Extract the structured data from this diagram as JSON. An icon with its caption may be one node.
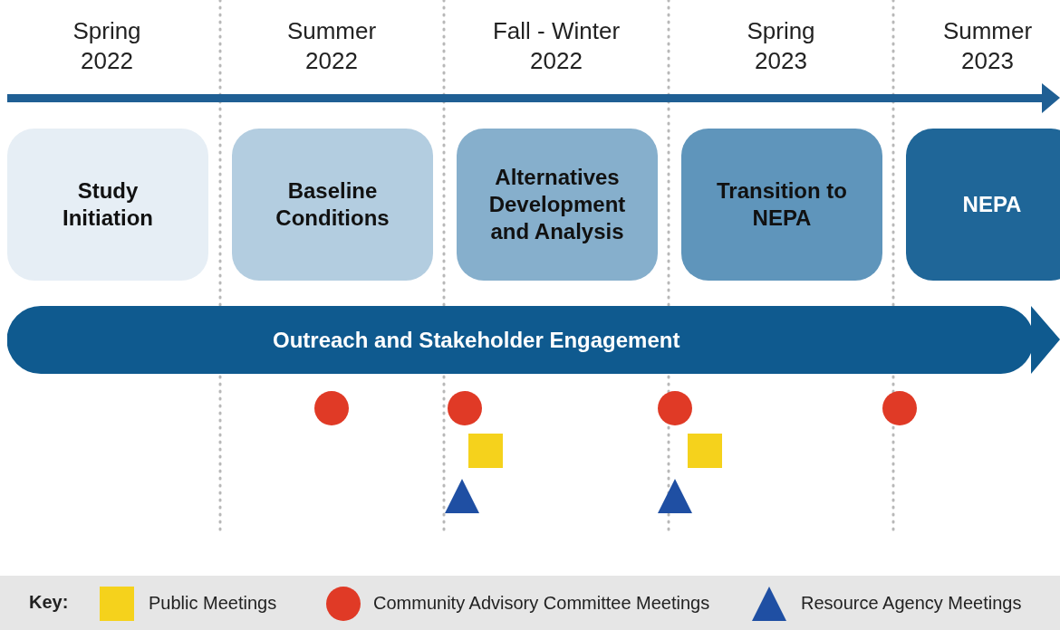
{
  "diagram": {
    "nodes": [
      {
        "text": [
          "Study Initiation"
        ]
      },
      {
        "text": [
          "Baseline Conditions"
        ]
      },
      {
        "text": [
          "Alternatives Development and Analysis"
        ]
      },
      {
        "text": [
          "Transition to NEPA"
        ]
      },
      {
        "text": [
          "NEPA"
        ]
      },
      {
        "text": [
          "Outreach and Stakeholder Engagement"
        ]
      },
      {
        "text": [],
        "shape": "circle"
      },
      {
        "text": [],
        "shape": "circle"
      },
      {
        "text": [],
        "shape": "circle"
      },
      {
        "text": [],
        "shape": "circle"
      },
      {
        "text": [],
        "shape": "box"
      },
      {
        "text": [],
        "shape": "box"
      },
      {
        "text": [],
        "shape": "triangle"
      },
      {
        "text": [],
        "shape": "triangle"
      }
    ],
    "labels": [
      "Spring 2022",
      "Summer 2022",
      "Fall - Winter 2022",
      "Spring 2023",
      "Summer 2023",
      "Key:"
    ],
    "legend": [
      {
        "text": "Public Meetings",
        "color": "#f5d21c"
      },
      {
        "text": "Community Advisory Committee Meetings",
        "color": "#e03a26"
      },
      {
        "text": "Resource Agency Meetings",
        "color": "#1f4fa3"
      }
    ]
  }
}
